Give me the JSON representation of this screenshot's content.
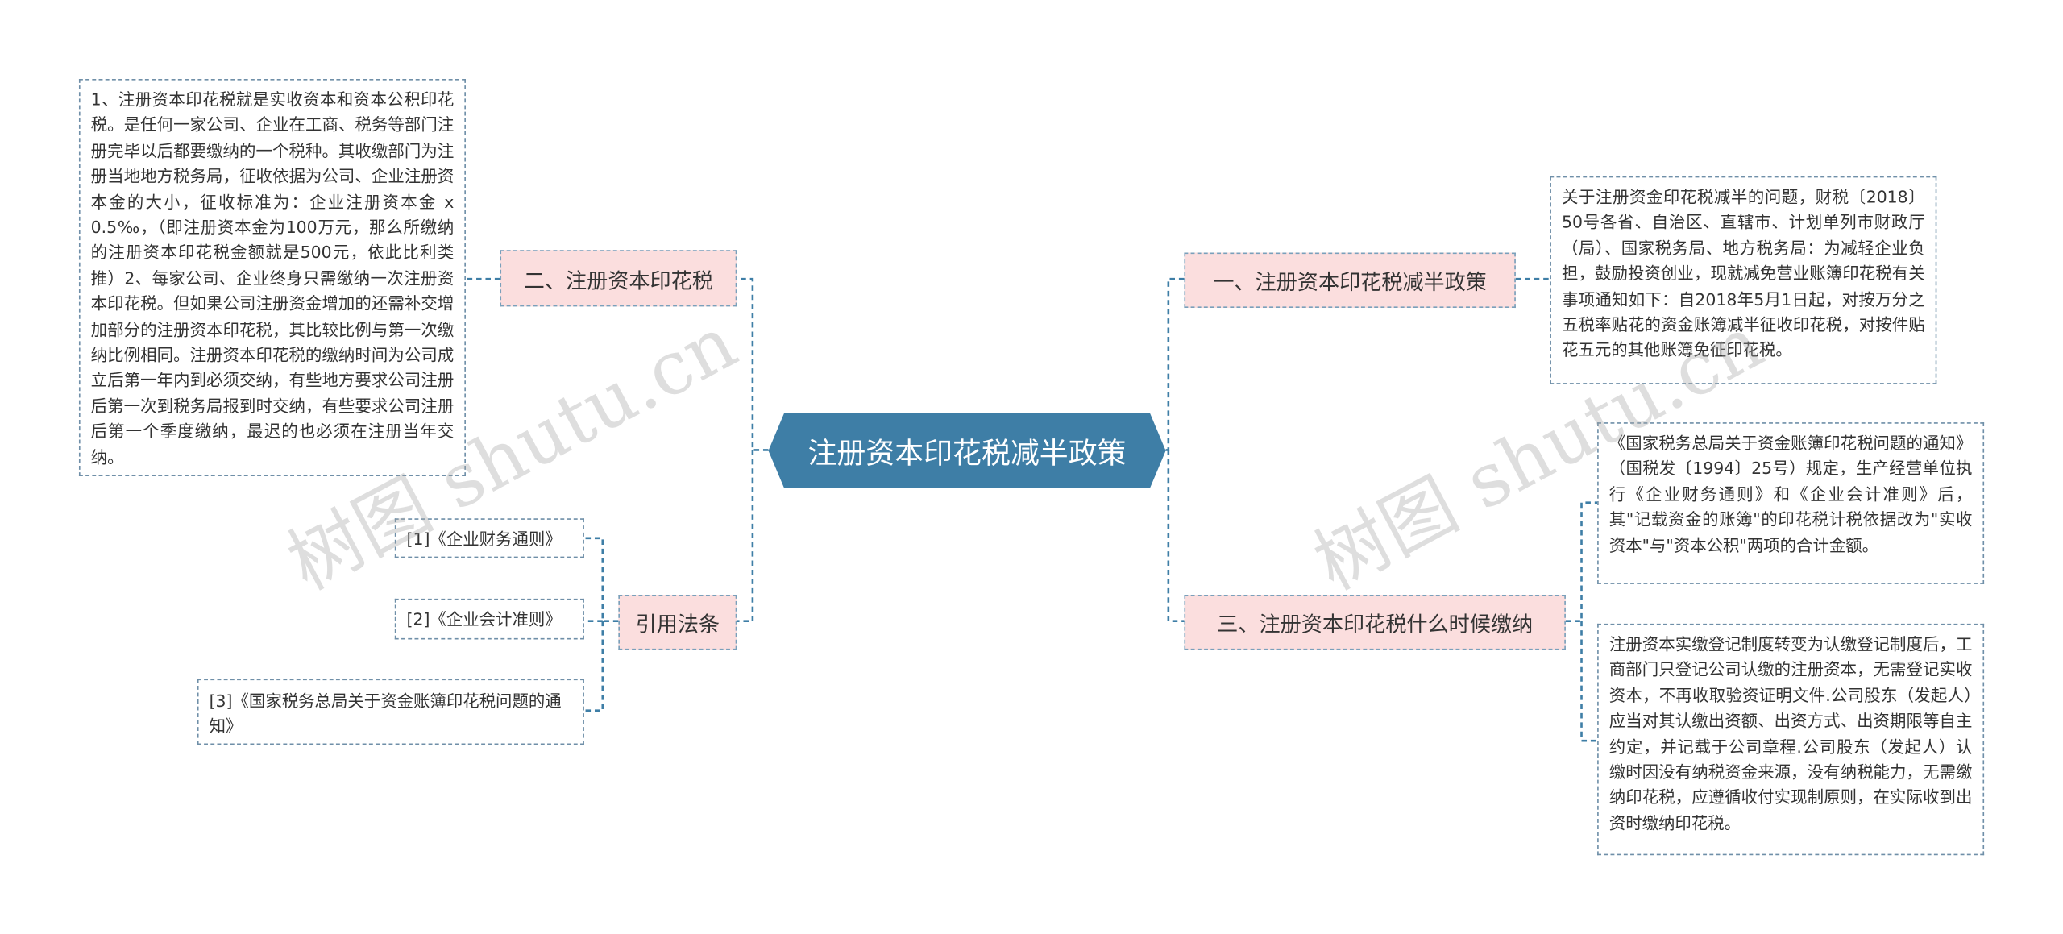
{
  "root": {
    "label": "注册资本印花税减半政策"
  },
  "left": {
    "branch_stamp_tax": {
      "label": "二、注册资本印花税",
      "detail": "1、注册资本印花税就是实收资本和资本公积印花税。是任何一家公司、企业在工商、税务等部门注册完毕以后都要缴纳的一个税种。其收缴部门为注册当地地方税务局，征收依据为公司、企业注册资本金的大小，征收标准为：企业注册资本金 x 0.5‰，（即注册资本金为100万元，那么所缴纳的注册资本印花税金额就是500元，依此比利类推）2、每家公司、企业终身只需缴纳一次注册资本印花税。但如果公司注册资金增加的还需补交增加部分的注册资本印花税，其比较比例与第一次缴纳比例相同。注册资本印花税的缴纳时间为公司成立后第一年内到必须交纳，有些地方要求公司注册后第一次到税务局报到时交纳，有些要求公司注册后第一个季度缴纳，最迟的也必须在注册当年交纳。"
    },
    "branch_refs": {
      "label": "引用法条",
      "items": [
        "[1]《企业财务通则》",
        "[2]《企业会计准则》",
        "[3]《国家税务总局关于资金账簿印花税问题的通知》"
      ]
    }
  },
  "right": {
    "branch_policy": {
      "label": "一、注册资本印花税减半政策",
      "detail": "关于注册资金印花税减半的问题，财税〔2018〕50号各省、自治区、直辖市、计划单列市财政厅（局）、国家税务局、地方税务局：为减轻企业负担，鼓励投资创业，现就减免营业账簿印花税有关事项通知如下：自2018年5月1日起，对按万分之五税率贴花的资金账簿减半征收印花税，对按件贴花五元的其他账簿免征印花税。"
    },
    "branch_when": {
      "label": "三、注册资本印花税什么时候缴纳",
      "detail_1": "《国家税务总局关于资金账簿印花税问题的通知》（国税发〔1994〕25号）规定，生产经营单位执行《企业财务通则》和《企业会计准则》后，其\"记载资金的账簿\"的印花税计税依据改为\"实收资本\"与\"资本公积\"两项的合计金额。",
      "detail_2": "注册资本实缴登记制度转变为认缴登记制度后，工商部门只登记公司认缴的注册资本，无需登记实收资本，不再收取验资证明文件.公司股东（发起人）应当对其认缴出资额、出资方式、出资期限等自主约定，并记载于公司章程.公司股东（发起人）认缴时因没有纳税资金来源，没有纳税能力，无需缴纳印花税，应遵循收付实现制原则，在实际收到出资时缴纳印花税。"
    }
  },
  "watermark": "树图 shutu.cn",
  "colors": {
    "root_bg": "#3e7ea6",
    "branch_bg": "#fbdede",
    "line": "#3e7ea6"
  }
}
